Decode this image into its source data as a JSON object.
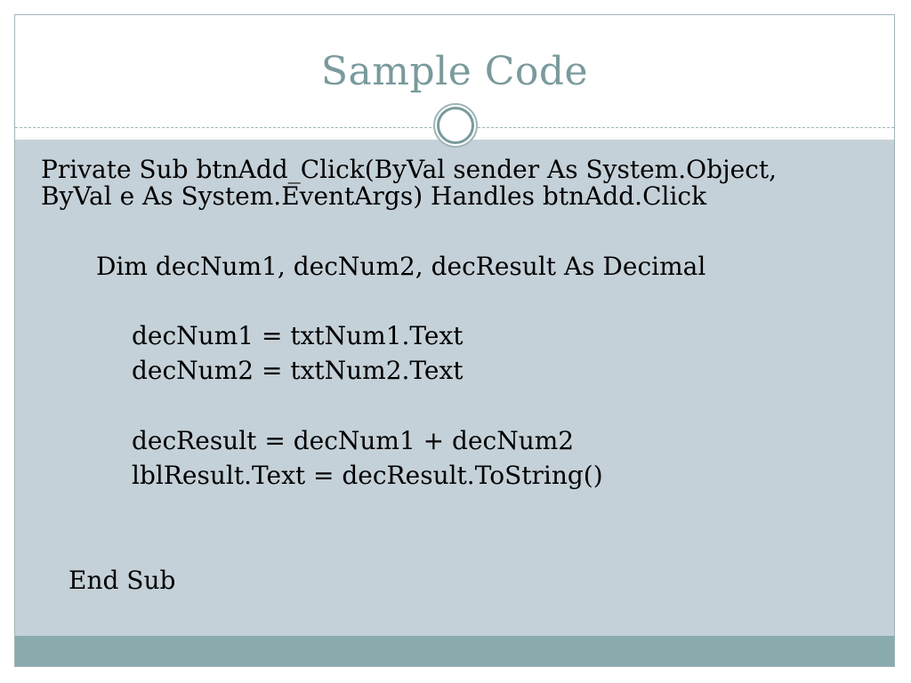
{
  "slide": {
    "title": "Sample Code",
    "code_lines": [
      "Private Sub btnAdd_Click(ByVal sender As System.Object,",
      "ByVal e As System.EventArgs) Handles btnAdd.Click",
      "Dim decNum1, decNum2, decResult As Decimal",
      "decNum1 = txtNum1.Text",
      "decNum2 = txtNum2.Text",
      "decResult = decNum1 + decNum2",
      "lblResult.Text = decResult.ToString()",
      "End Sub"
    ]
  },
  "colors": {
    "title": "#7a9a9c",
    "content_background": "#c5d1d8",
    "footer_bar": "#8aabad",
    "frame_border": "#9fb4b8"
  }
}
